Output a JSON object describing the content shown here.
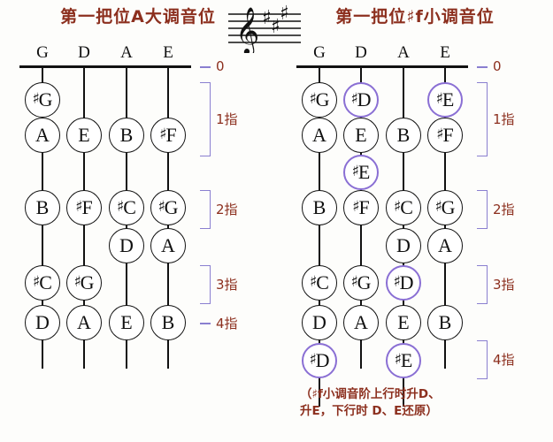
{
  "charts": [
    {
      "id": "a-major",
      "title": "第一把位A大调音位",
      "strings": [
        "G",
        "D",
        "A",
        "E"
      ],
      "open_label": "0",
      "fingers": [
        {
          "label": "1指",
          "type": "bracket"
        },
        {
          "label": "2指",
          "type": "bracket"
        },
        {
          "label": "3指",
          "type": "bracket"
        },
        {
          "label": "4指",
          "type": "dash"
        }
      ],
      "notes": [
        {
          "string": 0,
          "row": 0,
          "acc": "♯",
          "letter": "G",
          "alt": false
        },
        {
          "string": 0,
          "row": 1,
          "acc": "",
          "letter": "A",
          "alt": false
        },
        {
          "string": 0,
          "row": 3,
          "acc": "",
          "letter": "B",
          "alt": false
        },
        {
          "string": 0,
          "row": 5,
          "acc": "♯",
          "letter": "C",
          "alt": false
        },
        {
          "string": 0,
          "row": 6,
          "acc": "",
          "letter": "D",
          "alt": false
        },
        {
          "string": 1,
          "row": 1,
          "acc": "",
          "letter": "E",
          "alt": false
        },
        {
          "string": 1,
          "row": 3,
          "acc": "♯",
          "letter": "F",
          "alt": false
        },
        {
          "string": 1,
          "row": 5,
          "acc": "♯",
          "letter": "G",
          "alt": false
        },
        {
          "string": 1,
          "row": 6,
          "acc": "",
          "letter": "A",
          "alt": false
        },
        {
          "string": 2,
          "row": 1,
          "acc": "",
          "letter": "B",
          "alt": false
        },
        {
          "string": 2,
          "row": 3,
          "acc": "♯",
          "letter": "C",
          "alt": false
        },
        {
          "string": 2,
          "row": 4,
          "acc": "",
          "letter": "D",
          "alt": false
        },
        {
          "string": 2,
          "row": 6,
          "acc": "",
          "letter": "E",
          "alt": false
        },
        {
          "string": 3,
          "row": 1,
          "acc": "♯",
          "letter": "F",
          "alt": false
        },
        {
          "string": 3,
          "row": 3,
          "acc": "♯",
          "letter": "G",
          "alt": false
        },
        {
          "string": 3,
          "row": 4,
          "acc": "",
          "letter": "A",
          "alt": false
        },
        {
          "string": 3,
          "row": 6,
          "acc": "",
          "letter": "B",
          "alt": false
        }
      ],
      "caption": ""
    },
    {
      "id": "fsharp-minor",
      "title": "第一把位♯f小调音位",
      "strings": [
        "G",
        "D",
        "A",
        "E"
      ],
      "open_label": "0",
      "fingers": [
        {
          "label": "1指",
          "type": "bracket"
        },
        {
          "label": "2指",
          "type": "bracket"
        },
        {
          "label": "3指",
          "type": "bracket"
        },
        {
          "label": "4指",
          "type": "bracket"
        }
      ],
      "notes": [
        {
          "string": 0,
          "row": 0,
          "acc": "♯",
          "letter": "G",
          "alt": false
        },
        {
          "string": 0,
          "row": 1,
          "acc": "",
          "letter": "A",
          "alt": false
        },
        {
          "string": 0,
          "row": 3,
          "acc": "",
          "letter": "B",
          "alt": false
        },
        {
          "string": 0,
          "row": 5,
          "acc": "♯",
          "letter": "C",
          "alt": false
        },
        {
          "string": 0,
          "row": 6,
          "acc": "",
          "letter": "D",
          "alt": false
        },
        {
          "string": 0,
          "row": 7,
          "acc": "♯",
          "letter": "D",
          "alt": true
        },
        {
          "string": 1,
          "row": 0,
          "acc": "♯",
          "letter": "D",
          "alt": true
        },
        {
          "string": 1,
          "row": 1,
          "acc": "",
          "letter": "E",
          "alt": false
        },
        {
          "string": 1,
          "row": 2,
          "acc": "♯",
          "letter": "E",
          "alt": true
        },
        {
          "string": 1,
          "row": 3,
          "acc": "♯",
          "letter": "F",
          "alt": false
        },
        {
          "string": 1,
          "row": 5,
          "acc": "♯",
          "letter": "G",
          "alt": false
        },
        {
          "string": 1,
          "row": 6,
          "acc": "",
          "letter": "A",
          "alt": false
        },
        {
          "string": 2,
          "row": 1,
          "acc": "",
          "letter": "B",
          "alt": false
        },
        {
          "string": 2,
          "row": 3,
          "acc": "♯",
          "letter": "C",
          "alt": false
        },
        {
          "string": 2,
          "row": 4,
          "acc": "",
          "letter": "D",
          "alt": false
        },
        {
          "string": 2,
          "row": 5,
          "acc": "♯",
          "letter": "D",
          "alt": true
        },
        {
          "string": 2,
          "row": 6,
          "acc": "",
          "letter": "E",
          "alt": false
        },
        {
          "string": 2,
          "row": 7,
          "acc": "♯",
          "letter": "E",
          "alt": true
        },
        {
          "string": 3,
          "row": 0,
          "acc": "♯",
          "letter": "E",
          "alt": true
        },
        {
          "string": 3,
          "row": 1,
          "acc": "♯",
          "letter": "F",
          "alt": false
        },
        {
          "string": 3,
          "row": 3,
          "acc": "♯",
          "letter": "G",
          "alt": false
        },
        {
          "string": 3,
          "row": 4,
          "acc": "",
          "letter": "A",
          "alt": false
        },
        {
          "string": 3,
          "row": 6,
          "acc": "",
          "letter": "B",
          "alt": false
        }
      ],
      "caption": "（♯f小调音阶上行时升D、\n升E，下行时 D、E还原）"
    }
  ],
  "staff": {
    "clef": "treble-clef",
    "key_signature_sharps": 3,
    "key_signature_notes": [
      "F♯",
      "C♯",
      "G♯"
    ]
  },
  "colors": {
    "title": "#8c2f1e",
    "accent_purple": "#8a7fd0",
    "note_outline": "#111111",
    "background": "#fdfdfb"
  }
}
